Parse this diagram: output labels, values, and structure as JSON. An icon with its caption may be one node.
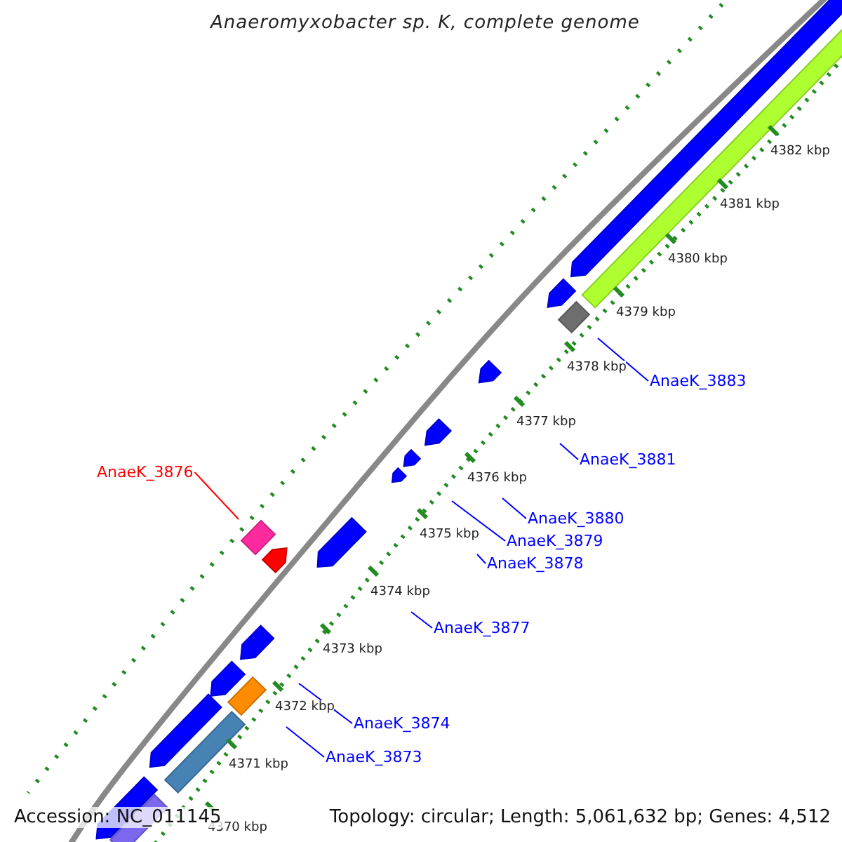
{
  "diagram": {
    "title": "Anaeromyxobacter sp. K, complete genome",
    "nodes": [
      {
        "text": [
          "AnaeK_3876"
        ]
      },
      {
        "text": [
          "AnaeK_3883"
        ]
      },
      {
        "text": [
          "AnaeK_3881"
        ]
      },
      {
        "text": [
          "AnaeK_3880"
        ]
      },
      {
        "text": [
          "AnaeK_3879"
        ]
      },
      {
        "text": [
          "AnaeK_3878"
        ]
      },
      {
        "text": [
          "AnaeK_3877"
        ]
      },
      {
        "text": [
          "AnaeK_3874"
        ]
      },
      {
        "text": [
          "AnaeK_3873"
        ]
      }
    ],
    "edges": [
      {
        "from": 0,
        "to": null,
        "arrow": "none",
        "color": "#ff0000"
      },
      {
        "from": 1,
        "to": null,
        "arrow": "none"
      },
      {
        "from": 2,
        "to": null,
        "arrow": "none"
      },
      {
        "from": 3,
        "to": null,
        "arrow": "none"
      },
      {
        "from": 4,
        "to": null,
        "arrow": "none"
      },
      {
        "from": 5,
        "to": null,
        "arrow": "none"
      },
      {
        "from": 6,
        "to": null,
        "arrow": "none"
      },
      {
        "from": 7,
        "to": null,
        "arrow": "none"
      },
      {
        "from": 8,
        "to": null,
        "arrow": "none"
      }
    ],
    "labels": [
      "4382 kbp",
      "4381 kbp",
      "4380 kbp",
      "4379 kbp",
      "4378 kbp",
      "4377 kbp",
      "4376 kbp",
      "4375 kbp",
      "4374 kbp",
      "4373 kbp",
      "4372 kbp",
      "4371 kbp",
      "4370 kbp",
      "Accession: NC_011145",
      "Topology: circular; Length: 5,061,632 bp; Genes: 4,512"
    ]
  }
}
